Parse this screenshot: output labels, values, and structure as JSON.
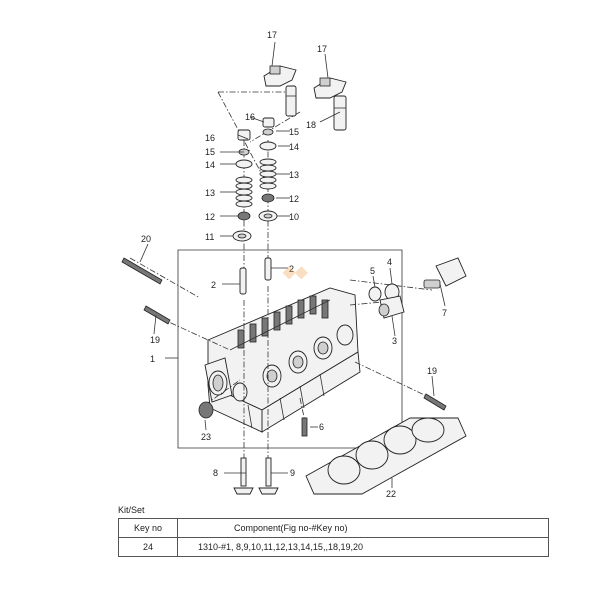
{
  "callouts": {
    "c1": "1",
    "c2a": "2",
    "c2b": "2",
    "c3": "3",
    "c4": "4",
    "c5": "5",
    "c6": "6",
    "c7": "7",
    "c8": "8",
    "c9": "9",
    "c10": "10",
    "c11": "11",
    "c12a": "12",
    "c12b": "12",
    "c13a": "13",
    "c13b": "13",
    "c14a": "14",
    "c14b": "14",
    "c15a": "15",
    "c15b": "15",
    "c16a": "16",
    "c16b": "16",
    "c17a": "17",
    "c17b": "17",
    "c18": "18",
    "c19a": "19",
    "c19b": "19",
    "c20": "20",
    "c22": "22",
    "c23": "23"
  },
  "kit": {
    "caption": "Kit/Set",
    "header_key": "Key no",
    "header_component": "Component(Fig no-#Key no)",
    "rows": [
      {
        "key": "24",
        "component": "1310-#1, 8,9,10,11,12,13,14,15,,18,19,20"
      }
    ]
  },
  "colors": {
    "line": "#333333",
    "part_fill": "#f2f2f2",
    "watermark": "#f0a050"
  }
}
